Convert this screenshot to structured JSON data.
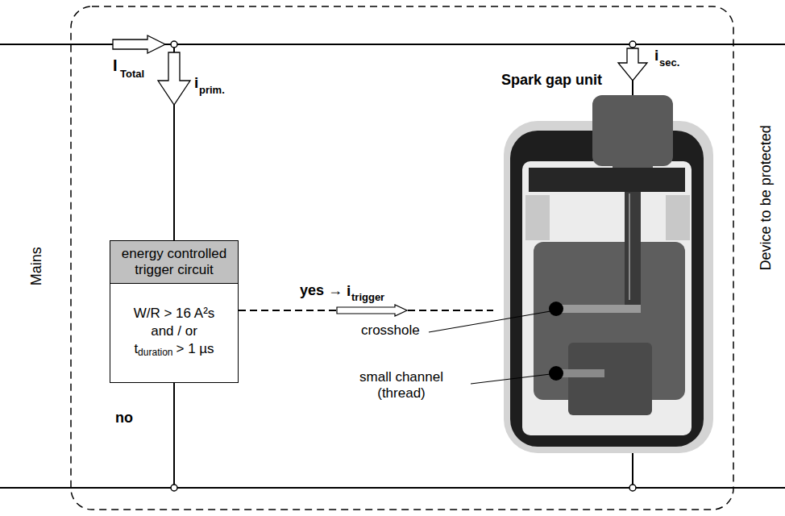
{
  "diagram": {
    "nodes": [
      {
        "text": [
          "energy controlled trigger circuit",
          "W/R > 16 A²s",
          "and / or",
          "t",
          "duration",
          "> 1 µs"
        ]
      },
      {
        "text": [
          "Spark gap unit"
        ]
      }
    ],
    "edges": [
      {
        "from": 0,
        "to": 1,
        "arrow": "none",
        "label": "yes →"
      }
    ],
    "labels": [
      "Mains",
      "Device to be protected",
      "I",
      "Total",
      "i",
      "prim.",
      "i",
      "sec.",
      "i",
      "trigger",
      "no",
      "crosshole",
      "small channel (thread)"
    ]
  }
}
